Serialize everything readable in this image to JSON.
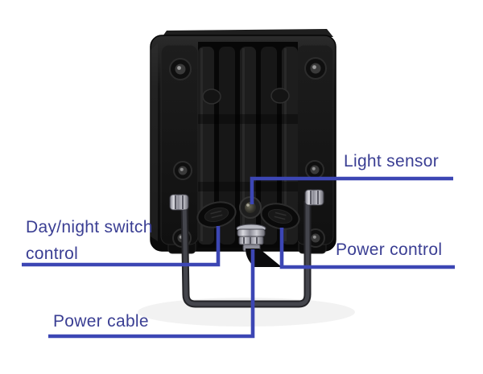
{
  "figure": {
    "colors": {
      "background": "#ffffff",
      "callout_line": "#3c46b4",
      "label_text": "#3a3e93"
    },
    "labels": {
      "light_sensor": "Light sensor",
      "day_night_switch": "Day/night switch control",
      "power_control": "Power control",
      "power_cable": "Power cable"
    }
  }
}
